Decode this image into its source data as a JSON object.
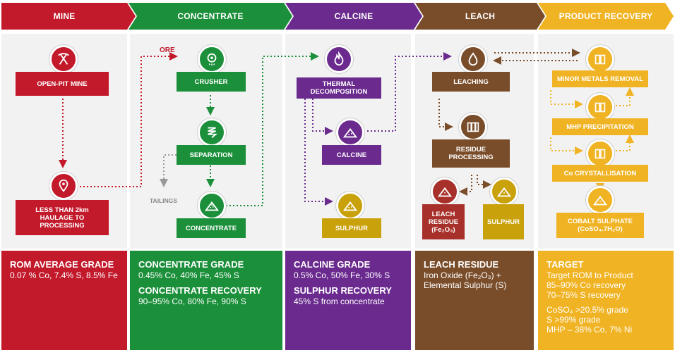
{
  "stages": [
    {
      "title": "MINE",
      "color": "#c2192b"
    },
    {
      "title": "CONCENTRATE",
      "color": "#1b8f3a"
    },
    {
      "title": "CALCINE",
      "color": "#6a2a8e"
    },
    {
      "title": "LEACH",
      "color": "#7a4d2a"
    },
    {
      "title": "PRODUCT RECOVERY",
      "color": "#f0b323"
    }
  ],
  "mine": {
    "open_pit": "OPEN-PIT MINE",
    "haulage": "LESS THAN 2km HAULAGE TO PROCESSING"
  },
  "concentrate": {
    "ore": "ORE",
    "crusher": "CRUSHER",
    "separation": "SEPARATION",
    "tailings": "TAILINGS",
    "concentrate": "CONCENTRATE"
  },
  "calcine": {
    "thermal": "THERMAL DECOMPOSITION",
    "calcine": "CALCINE",
    "sulphur": "SULPHUR"
  },
  "leach": {
    "leaching": "LEACHING",
    "residue": "RESIDUE PROCESSING",
    "leach_residue": "LEACH RESIDUE (Fe₂O₃)",
    "sulphur": "SULPHUR"
  },
  "product": {
    "minor": "MINOR METALS REMOVAL",
    "mhp": "MHP PRECIPITATION",
    "co": "Co CRYSTALLISATION",
    "cobalt": "COBALT SULPHATE (CoSO₄.7H₂O)"
  },
  "stats": {
    "mine": {
      "h1": "ROM AVERAGE GRADE",
      "t1": "0.07 % Co, 7.4% S, 8.5% Fe"
    },
    "concentrate": {
      "h1": "CONCENTRATE GRADE",
      "t1": "0.45% Co, 40% Fe, 45% S",
      "h2": "CONCENTRATE RECOVERY",
      "t2": "90–95% Co, 80% Fe, 90% S"
    },
    "calcine": {
      "h1": "CALCINE GRADE",
      "t1": "0.5% Co, 50% Fe, 30% S",
      "h2": "SULPHUR RECOVERY",
      "t2": "45% S from concentrate"
    },
    "leach": {
      "h1": "LEACH RESIDUE",
      "t1": "Iron Oxide (Fe₂O₃) +",
      "t2": "Elemental Sulphur (S)"
    },
    "product": {
      "h1": "TARGET",
      "t1": "Target ROM to Product",
      "t2": "85–90% Co recovery",
      "t3": "70–75% S recovery",
      "t4": "CoSO₄ >20.5% grade",
      "t5": "S >99% grade",
      "t6": "MHP – 38% Co, 7% Ni"
    }
  }
}
